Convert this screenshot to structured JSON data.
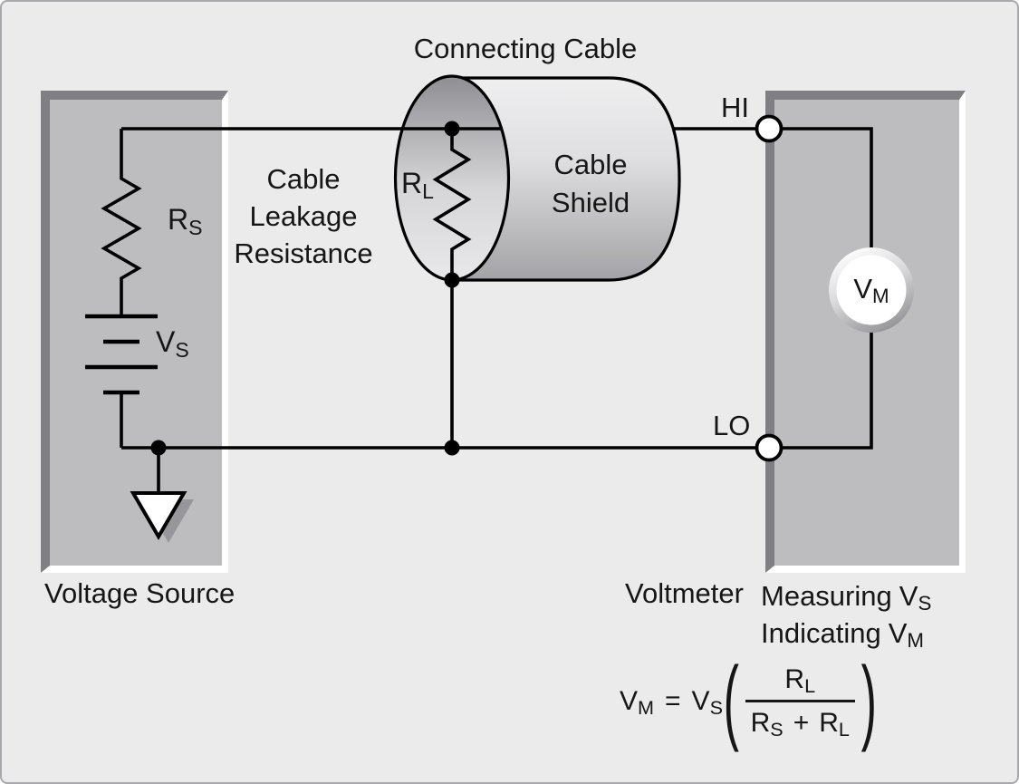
{
  "colors": {
    "canvas_bg": "#ebebec",
    "canvas_border": "#a9a9ad",
    "panel_fill": "#bdbdc0",
    "panel_bevel_dark": "#7f7f84",
    "panel_bevel_light": "#ffffff",
    "wire": "#000000",
    "text": "#161616",
    "shield_top": "#efeff0",
    "shield_bottom": "#a3a3a7",
    "ellipse_top": "#8e8e93",
    "ellipse_bottom": "#e8e8ea",
    "meter_ring": "#97979b",
    "ground_shadow": "#96969b"
  },
  "cable": {
    "title": "Connecting Cable",
    "shield_label": "Cable\nShield",
    "leakage_label": "Cable\nLeakage\nResistance",
    "leakage_resistor": {
      "base": "R",
      "sub": "L"
    }
  },
  "source": {
    "caption": "Voltage Source",
    "resistor": {
      "base": "R",
      "sub": "S"
    },
    "voltage": {
      "base": "V",
      "sub": "S"
    }
  },
  "meter": {
    "caption": "Voltmeter",
    "terminal_hi": "HI",
    "terminal_lo": "LO",
    "dial": {
      "base": "V",
      "sub": "M"
    },
    "note_line1": {
      "text": "Measuring",
      "base": "V",
      "sub": "S"
    },
    "note_line2": {
      "text": "Indicating",
      "base": "V",
      "sub": "M"
    }
  },
  "formula": {
    "lhs": {
      "base": "V",
      "sub": "M"
    },
    "equals": "=",
    "coeff": {
      "base": "V",
      "sub": "S"
    },
    "open_paren": "(",
    "numerator": {
      "base": "R",
      "sub": "L"
    },
    "den_first": {
      "base": "R",
      "sub": "S"
    },
    "plus": "+",
    "den_second": {
      "base": "R",
      "sub": "L"
    },
    "close_paren": ")"
  }
}
